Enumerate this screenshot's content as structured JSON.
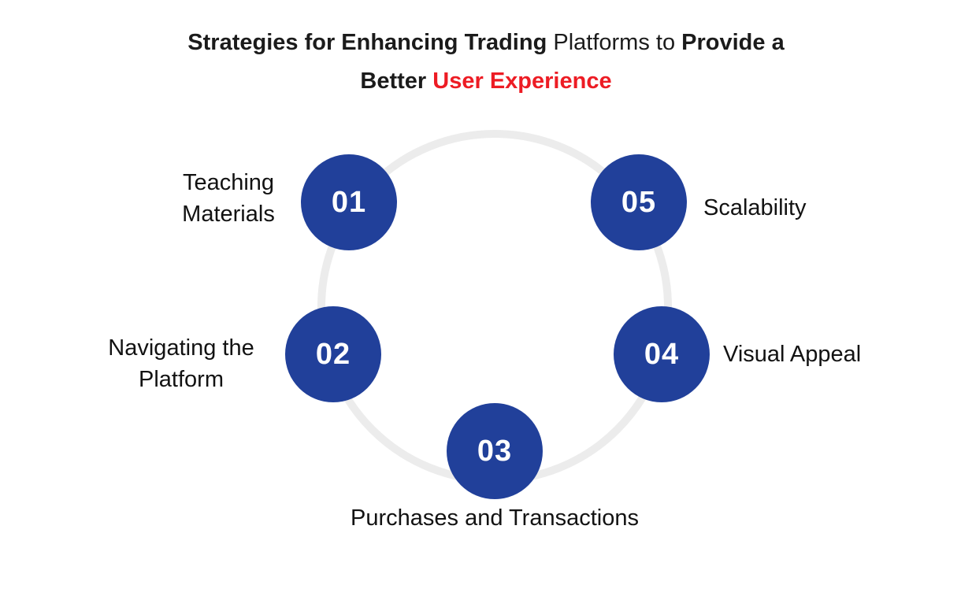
{
  "title": {
    "part1": "Strategies for Enhancing Trading",
    "part2": "Platforms to",
    "part3": "Provide a",
    "part4": "Better",
    "part5": "User Experience"
  },
  "colors": {
    "node_blue": "#21409a",
    "accent_red": "#ed1c24",
    "ring_gray": "#ececec",
    "text_black": "#121212",
    "number_white": "#ffffff",
    "background": "#ffffff"
  },
  "diagram": {
    "type": "circular-cycle",
    "nodes": [
      {
        "number": "01",
        "label": "Teaching Materials",
        "position": "top-left"
      },
      {
        "number": "02",
        "label": "Navigating the Platform",
        "position": "mid-left"
      },
      {
        "number": "03",
        "label": "Purchases and Transactions",
        "position": "bottom-center"
      },
      {
        "number": "04",
        "label": "Visual Appeal",
        "position": "mid-right"
      },
      {
        "number": "05",
        "label": "Scalability",
        "position": "top-right"
      }
    ]
  }
}
